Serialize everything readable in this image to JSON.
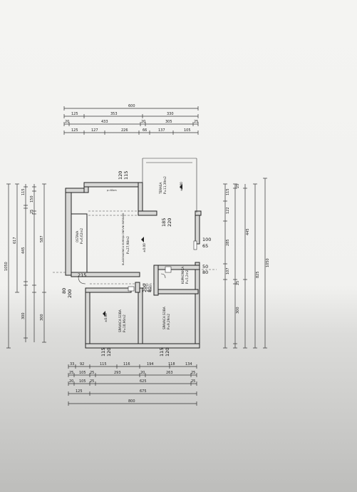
{
  "dims": {
    "top_total": "600",
    "top_row1": [
      "125",
      "353",
      "330"
    ],
    "top_row2": [
      "20",
      "433",
      "20",
      "305",
      "25"
    ],
    "top_row3": [
      "125",
      "127",
      "226",
      "66",
      "137",
      "105"
    ],
    "bottom_row1": [
      "33",
      "92",
      "115",
      "116",
      "194",
      "118",
      "134"
    ],
    "bottom_row2": [
      "25",
      "105",
      "25",
      "293",
      "20",
      "263",
      "25"
    ],
    "bottom_row3": [
      "20",
      "105",
      "25",
      "625",
      "25"
    ],
    "bottom_row4": [
      "125",
      "675"
    ],
    "bottom_total": "800",
    "left_outer": [
      "617",
      "1050"
    ],
    "left_inner": [
      "20",
      "115",
      "150",
      "25",
      "445",
      "25",
      "300",
      "25"
    ],
    "left_mid": [
      "587",
      "300"
    ],
    "right_inner": [
      "115",
      "122",
      "285",
      "107",
      "25",
      "20",
      "25",
      "445",
      "300"
    ],
    "right_mid": [
      "825",
      "1050"
    ]
  },
  "rooms": {
    "terrace": {
      "name": "TERASA",
      "area": "P=11,39m2",
      "level": "±0.00"
    },
    "living": {
      "name": "BLAGOVAONICA KUHINJA DNEVNI BORAVAK",
      "area": "P=27,98m2",
      "level": "±0.00"
    },
    "pantry": {
      "name": "OSTAVA",
      "area": "P=6,62m2"
    },
    "bath": {
      "name": "KUPAONICA",
      "area": "P=5,2m2"
    },
    "bedroom1": {
      "name": "SPAVACA SOBA",
      "area": "P=10,96m2",
      "level": "±0.00"
    },
    "bedroom2": {
      "name": "SPAVACA SOBA",
      "area": "P=9,29m2"
    }
  },
  "labels": {
    "w120a": "120",
    "w115a": "115",
    "w185": "185",
    "w220": "220",
    "w100": "100",
    "w65": "65",
    "w50": "50",
    "w80": "80",
    "w215": "215",
    "w80b": "80",
    "w200": "200",
    "w80c": "80",
    "w200b": "200",
    "w120b": "120",
    "w115b": "115",
    "w115c": "115",
    "w120c": "120",
    "small1": "p=60cm"
  }
}
